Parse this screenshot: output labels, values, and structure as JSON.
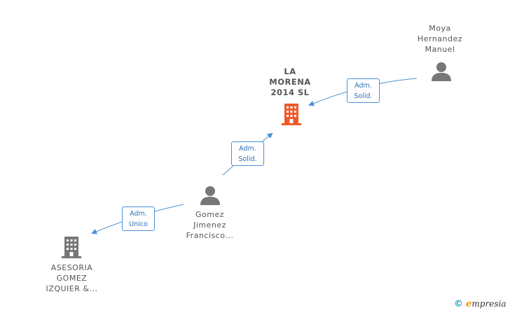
{
  "nodes": {
    "company_main": {
      "label": "LA\nMORENA\n2014  SL",
      "icon": "building-icon",
      "color": "#f05a28"
    },
    "person_moya": {
      "label": "Moya\nHernandez\nManuel",
      "icon": "person-icon",
      "color": "#777777"
    },
    "person_gomez": {
      "label": "Gomez\nJimenez\nFrancisco...",
      "icon": "person-icon",
      "color": "#777777"
    },
    "company_asesoria": {
      "label": "ASESORIA\nGOMEZ\nIZQUIER &...",
      "icon": "building-icon",
      "color": "#777777"
    }
  },
  "edges": [
    {
      "from": "person_moya",
      "to": "company_main",
      "role": "Adm.\nSolid."
    },
    {
      "from": "person_gomez",
      "to": "company_main",
      "role": "Adm.\nSolid."
    },
    {
      "from": "person_gomez",
      "to": "company_asesoria",
      "role": "Adm.\nUnico"
    }
  ],
  "colors": {
    "edge": "#4a90d9"
  },
  "footer": {
    "copyright": "©",
    "brand_e": "e",
    "brand_rest": "mpresia"
  }
}
